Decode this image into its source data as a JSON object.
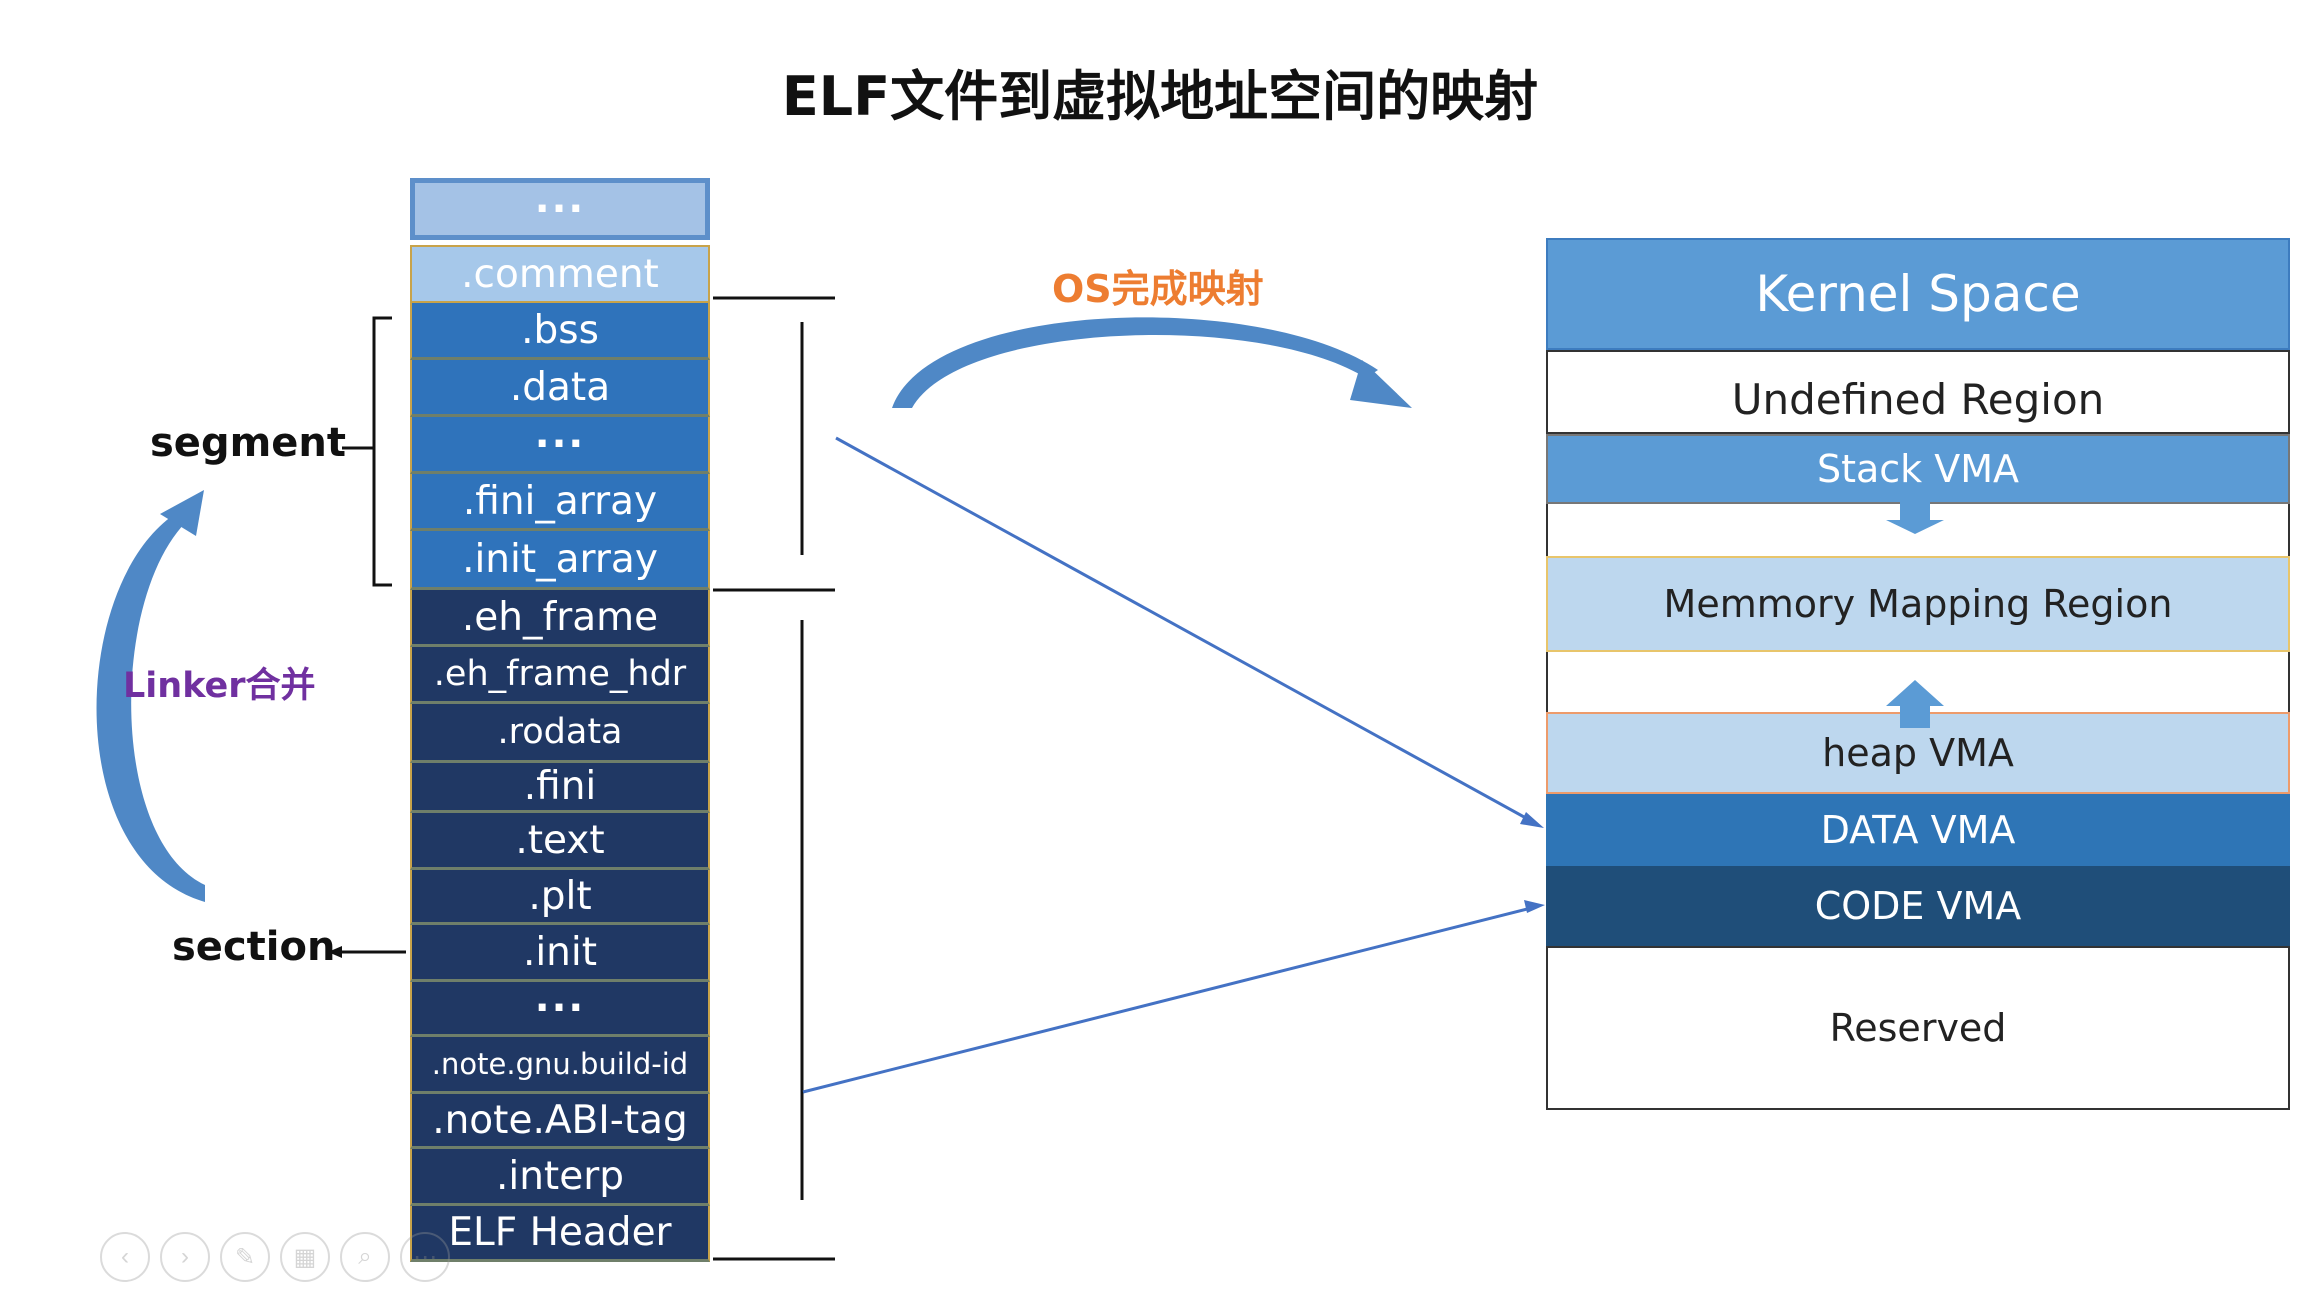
{
  "title": "ELF文件到虚拟地址空间的映射",
  "sections": [
    {
      "label": "···"
    },
    {
      "label": ".comment"
    },
    {
      "label": ".bss"
    },
    {
      "label": ".data"
    },
    {
      "label": "···"
    },
    {
      "label": ".fini_array"
    },
    {
      "label": ".init_array"
    },
    {
      "label": ".eh_frame"
    },
    {
      "label": ".eh_frame_hdr"
    },
    {
      "label": ".rodata"
    },
    {
      "label": ".fini"
    },
    {
      "label": ".text"
    },
    {
      "label": ".plt"
    },
    {
      "label": ".init"
    },
    {
      "label": "···"
    },
    {
      "label": ".note.gnu.build-id"
    },
    {
      "label": ".note.ABI-tag"
    },
    {
      "label": ".interp"
    },
    {
      "label": "ELF Header"
    }
  ],
  "labels": {
    "segment": "segment",
    "section": "section",
    "linker": "Linker合并",
    "os_mapping": "OS完成映射"
  },
  "vm_regions": [
    {
      "label": "Kernel Space"
    },
    {
      "label": "Undefined Region"
    },
    {
      "label": "Stack  VMA"
    },
    {
      "label": "Memmory Mapping Region"
    },
    {
      "label": "heap  VMA"
    },
    {
      "label": "DATA  VMA"
    },
    {
      "label": "CODE  VMA"
    },
    {
      "label": "Reserved"
    }
  ],
  "nav_controls": [
    "prev-icon",
    "next-icon",
    "pen-icon",
    "grid-icon",
    "zoom-icon",
    "more-icon"
  ]
}
